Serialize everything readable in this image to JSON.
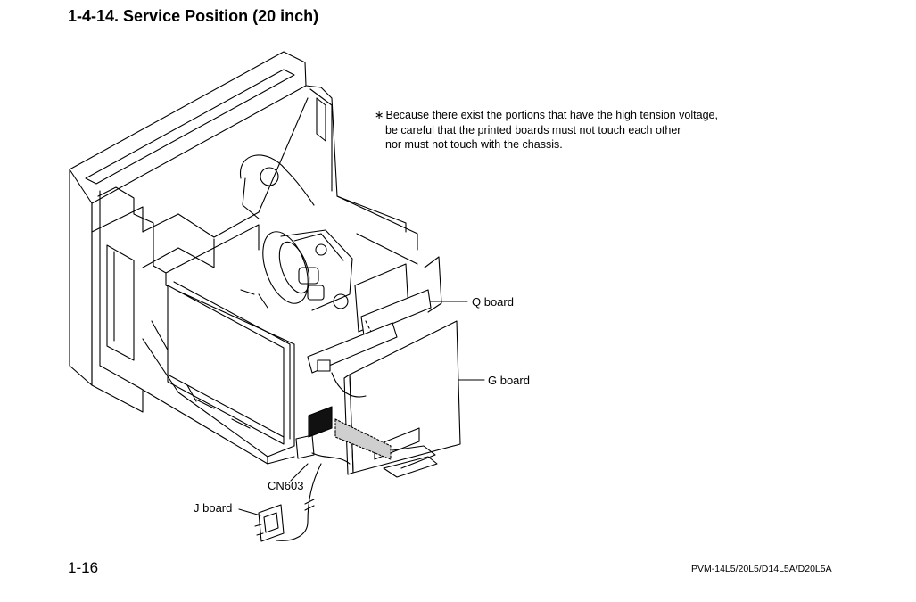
{
  "page": {
    "title": "1-4-14. Service Position (20 inch)",
    "page_number": "1-16",
    "model": "PVM-14L5/20L5/D14L5A/D20L5A"
  },
  "note": {
    "mark": "∗",
    "line1": "Because there exist the portions that have the high tension voltage,",
    "line2": "be careful that the printed boards must not touch each other",
    "line3": "nor must not touch with the chassis."
  },
  "labels": {
    "q_board": "Q board",
    "g_board": "G board",
    "cn603": "CN603",
    "j_board": "J board"
  }
}
